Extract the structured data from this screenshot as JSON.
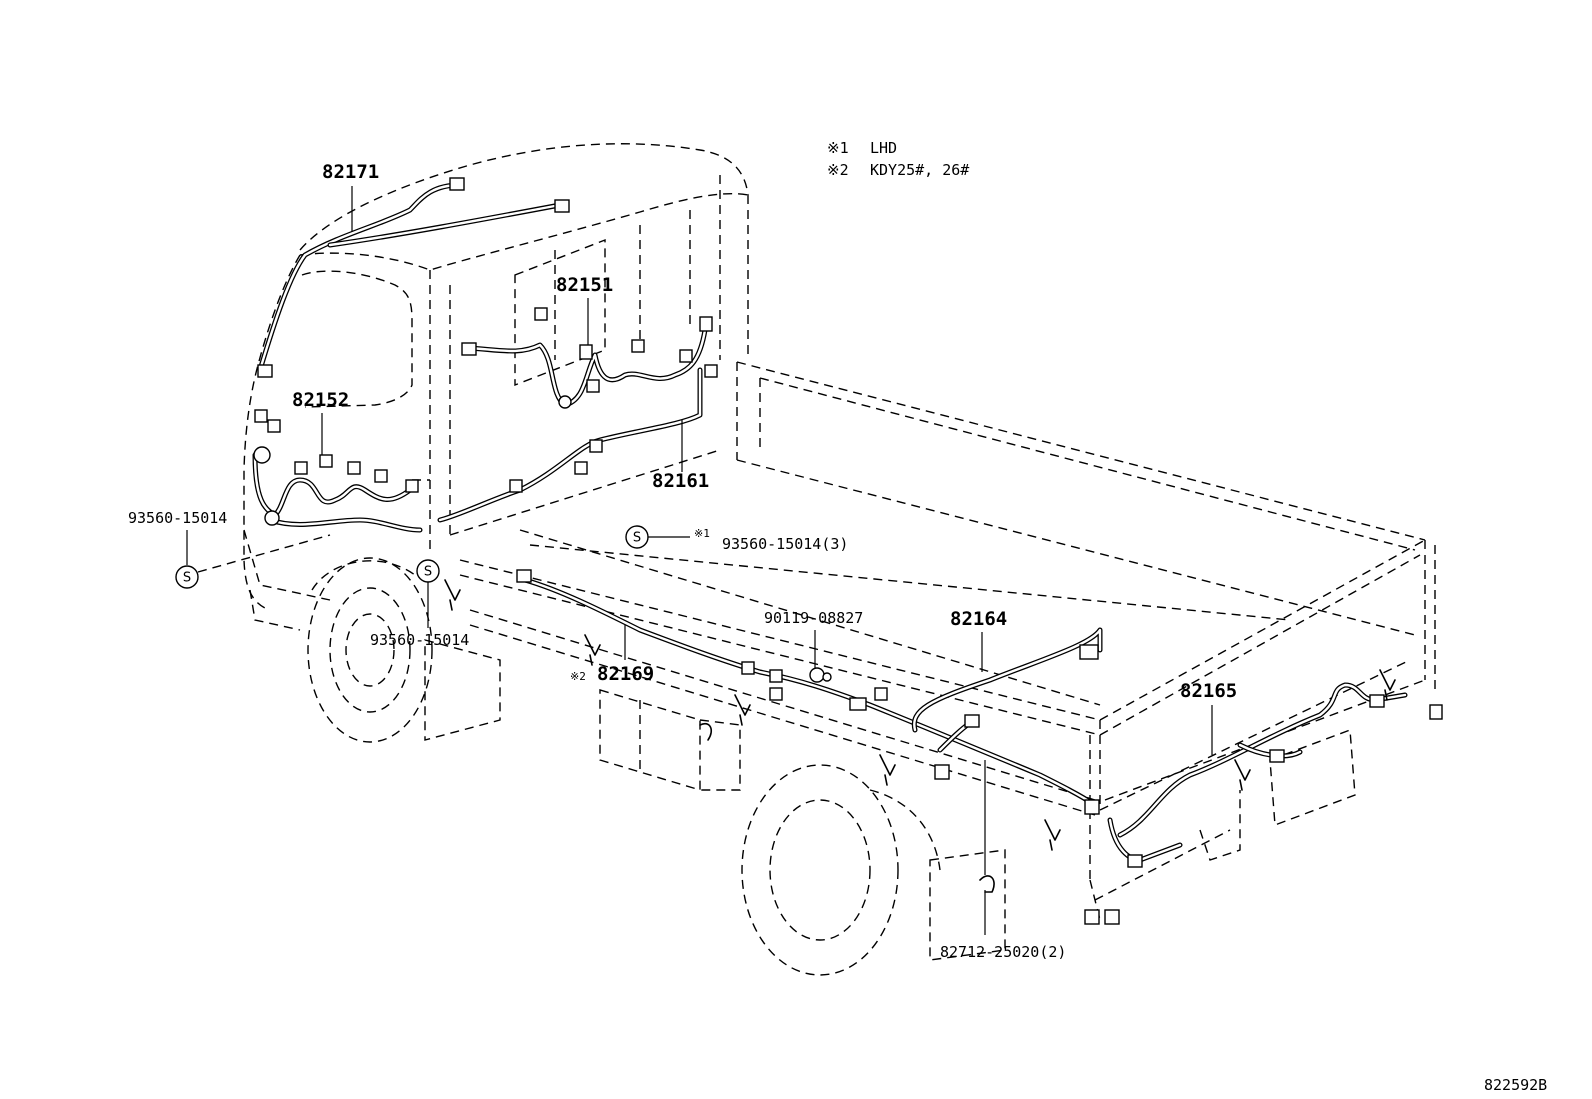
{
  "notes": [
    {
      "mark": "※1",
      "text": "LHD"
    },
    {
      "mark": "※2",
      "text": "KDY25#, 26#"
    }
  ],
  "parts": {
    "p82171": "82171",
    "p82151": "82151",
    "p82152": "82152",
    "p82161": "82161",
    "p93560_left": "93560-15014",
    "p93560_x1": "93560-15014(3)",
    "p93560_lower": "93560-15014",
    "p90119": "90119-08827",
    "p82164": "82164",
    "p82169": "82169",
    "p82165": "82165",
    "p82712": "82712-25020(2)"
  },
  "marks": {
    "x1": "※1",
    "x2": "※2",
    "s": "S"
  },
  "diagram_id": "822592B"
}
